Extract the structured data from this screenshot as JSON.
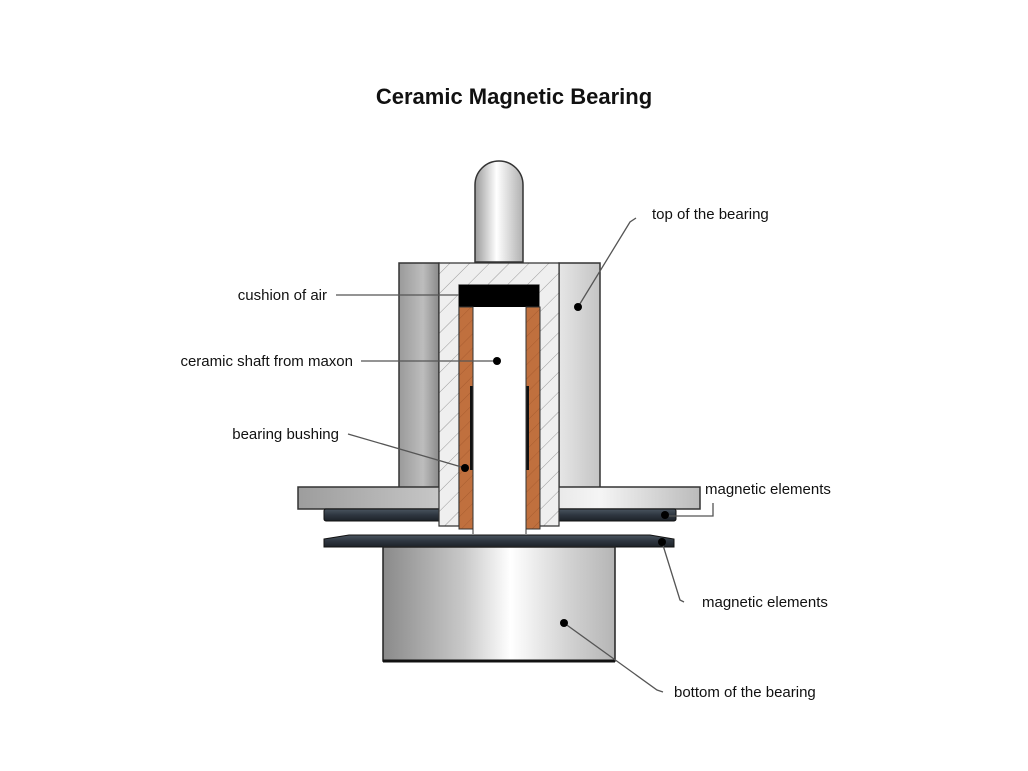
{
  "title": "Ceramic Magnetic Bearing",
  "labels": {
    "cushion_of_air": "cushion of air",
    "ceramic_shaft": "ceramic shaft from maxon",
    "bearing_bushing": "bearing bushing",
    "top_of_bearing": "top of the bearing",
    "magnetic_elements_upper": "magnetic elements",
    "magnetic_elements_lower": "magnetic elements",
    "bottom_of_bearing": "bottom of the bearing"
  },
  "colors": {
    "metal_dark": "#8a8a8a",
    "metal_light": "#f4f4f4",
    "hatch_bg": "#efefef",
    "hatch_line": "#9a9a9a",
    "copper": "#c0703e",
    "air": "#000000",
    "magnet": "#2e3640",
    "leader": "#555555"
  }
}
